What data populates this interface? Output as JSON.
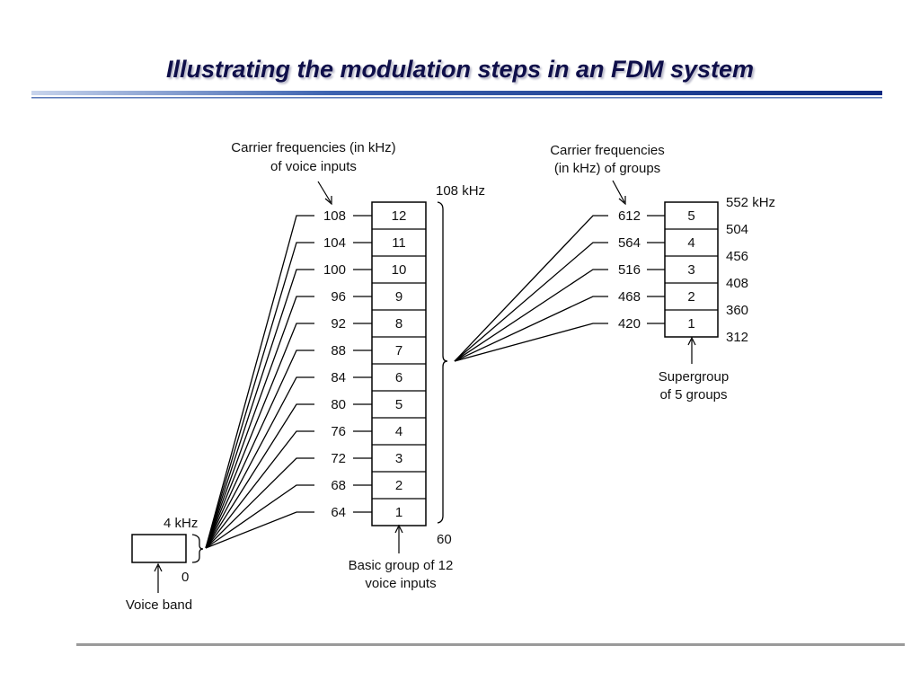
{
  "title": "Illustrating the modulation steps in an FDM system",
  "voice_stage": {
    "top_label": "4 kHz",
    "bottom_label": "0",
    "caption": "Voice band"
  },
  "group_stage": {
    "header_line1": "Carrier frequencies (in kHz)",
    "header_line2": "of voice inputs",
    "carriers": [
      "108",
      "104",
      "100",
      "96",
      "92",
      "88",
      "84",
      "80",
      "76",
      "72",
      "68",
      "64"
    ],
    "channels": [
      "12",
      "11",
      "10",
      "9",
      "8",
      "7",
      "6",
      "5",
      "4",
      "3",
      "2",
      "1"
    ],
    "top_freq": "108 kHz",
    "bottom_freq": "60",
    "caption_line1": "Basic group of 12",
    "caption_line2": "voice inputs"
  },
  "supergroup_stage": {
    "header_line1": "Carrier frequencies",
    "header_line2": "(in kHz) of groups",
    "carriers": [
      "612",
      "564",
      "516",
      "468",
      "420"
    ],
    "groups": [
      "5",
      "4",
      "3",
      "2",
      "1"
    ],
    "edge_freqs": [
      "552 kHz",
      "504",
      "456",
      "408",
      "360",
      "312"
    ],
    "caption_line1": "Supergroup",
    "caption_line2": "of 5 groups"
  }
}
